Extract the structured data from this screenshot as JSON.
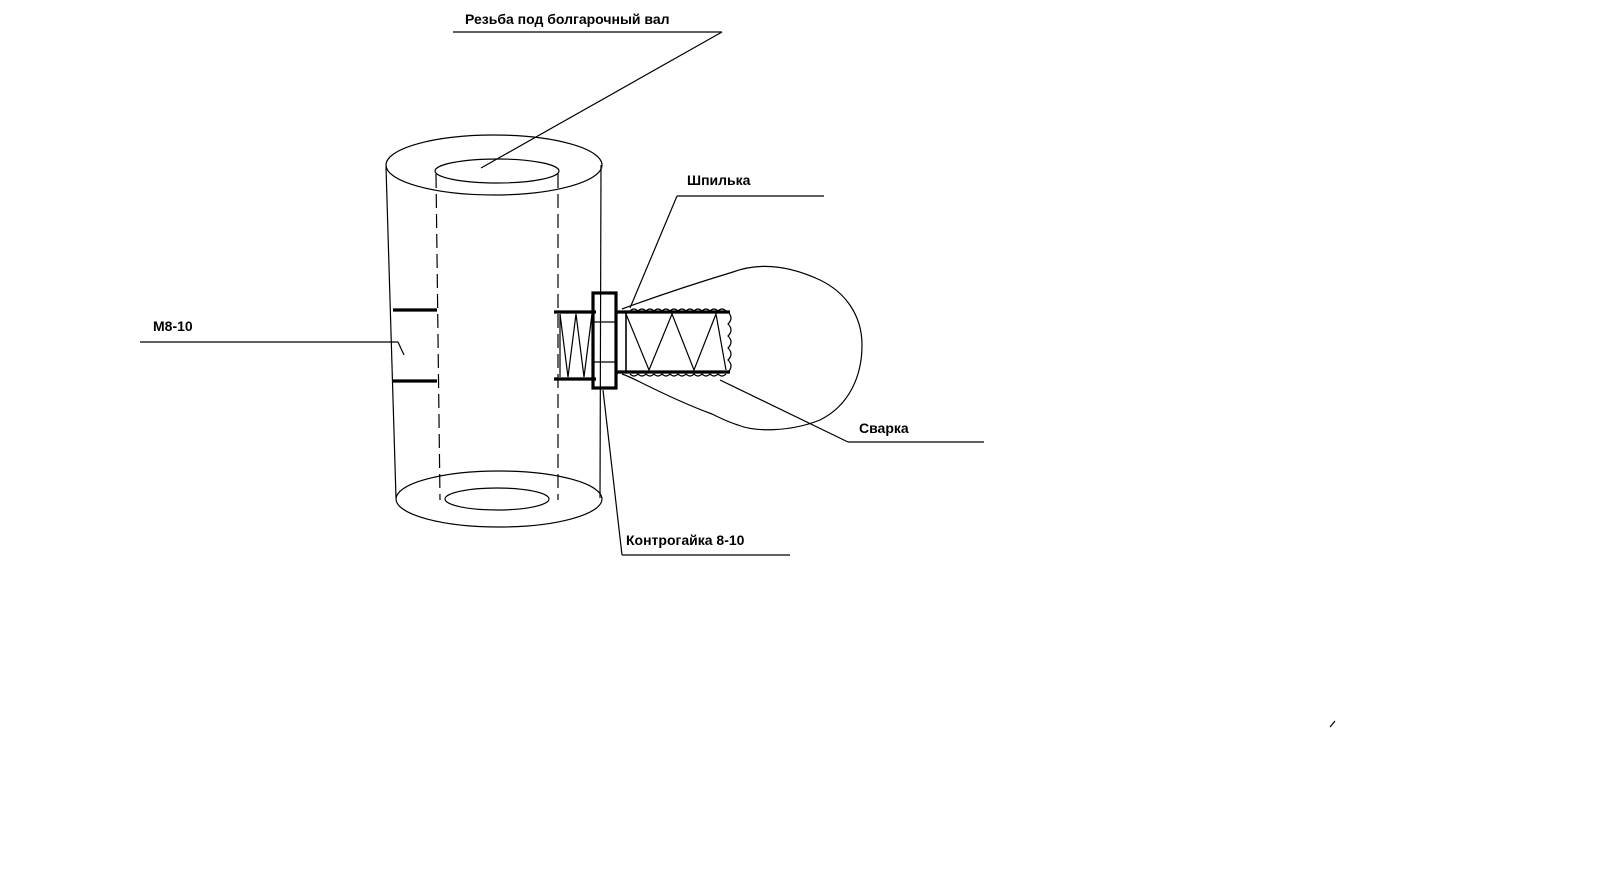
{
  "labels": {
    "thread_label": "Резьба под болгарочный вал",
    "stud_label": "Шпилька",
    "bolt_label": "М8-10",
    "weld_label": "Сварка",
    "locknut_label": "Контрогайка 8-10"
  },
  "colors": {
    "line": "#000000",
    "background": "#ffffff"
  }
}
